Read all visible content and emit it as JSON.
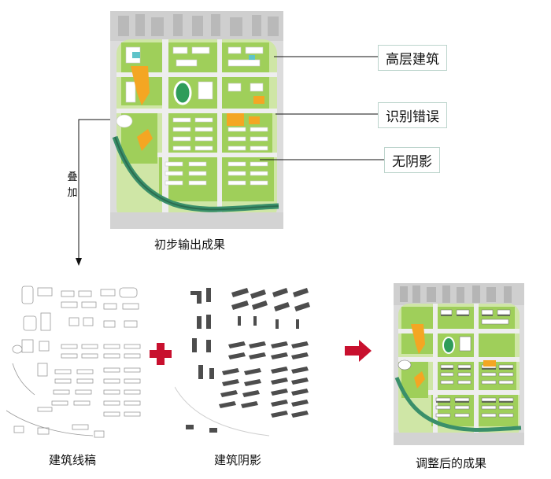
{
  "diagram": {
    "top_map_caption": "初步输出成果",
    "callouts": [
      "高层建筑",
      "识别错误",
      "无阴影"
    ],
    "overlay_label": "叠加",
    "bottom_captions": [
      "建筑线稿",
      "建筑阴影",
      "调整后的成果"
    ],
    "colors": {
      "accent_red": "#c8102e",
      "callout_border": "#bcd4cc",
      "park_green": "#8cc63f",
      "light_green": "#cfe6a6",
      "water": "#3a8f6a",
      "road": "#e6e6e6",
      "orange": "#f4a623"
    }
  }
}
